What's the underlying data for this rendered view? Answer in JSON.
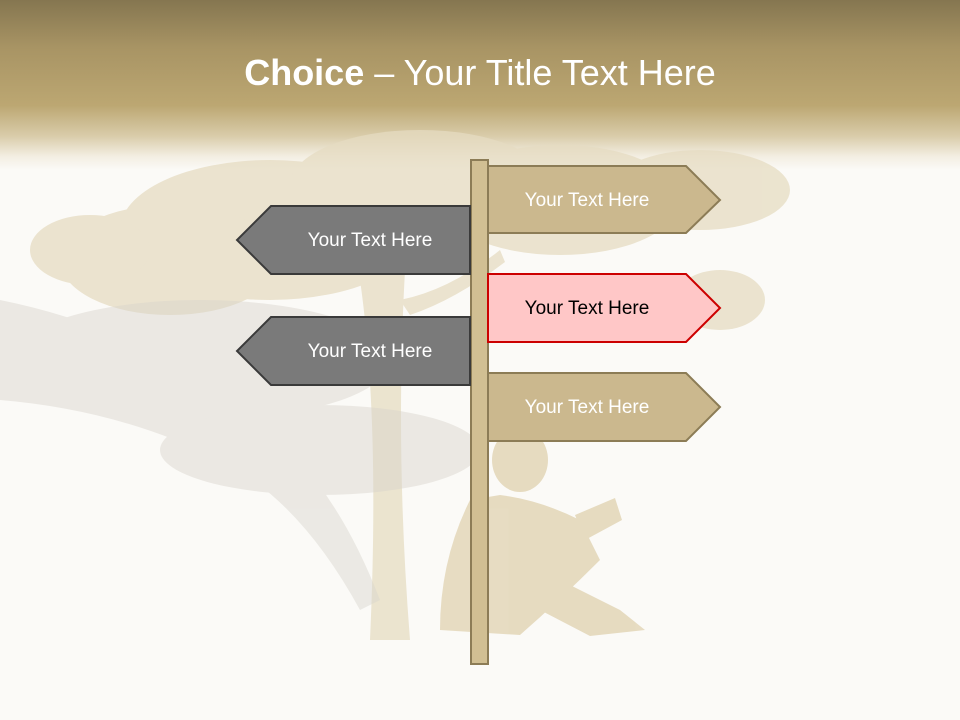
{
  "title": {
    "bold": "Choice",
    "rest": " – Your Title Text Here"
  },
  "signs": {
    "right_1": "Your Text Here",
    "left_1": "Your Text Here",
    "right_2": "Your Text Here",
    "left_2": "Your Text Here",
    "right_3": "Your Text Here"
  },
  "colors": {
    "header": "#bca772",
    "tan_sign": "#cbb88e",
    "gray_sign": "#7a7a7a",
    "highlight_sign": "#ffc7c7",
    "highlight_border": "#cc0000",
    "post": "#d1bf93"
  }
}
